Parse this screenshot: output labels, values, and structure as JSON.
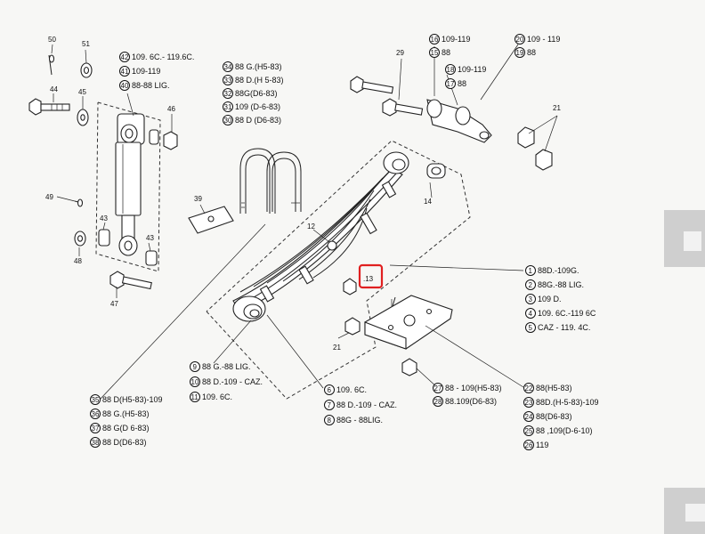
{
  "accent": "#e02020",
  "callouts": {
    "c50": "50",
    "c51": "51",
    "c44": "44",
    "c45": "45",
    "c46": "46",
    "c49": "49",
    "c48": "48",
    "c43a": "43",
    "c43b": "43",
    "c47": "47",
    "c39": "39",
    "c29": "29",
    "c21a": "21",
    "c14": "14",
    "c12": "12",
    "c13": ".13",
    "c21b": "21"
  },
  "top_center_list": [
    {
      "num": "42",
      "text": "109. 6C.- 119.6C."
    },
    {
      "num": "41",
      "text": "109-119"
    },
    {
      "num": "40",
      "text": "88-88 LIG."
    }
  ],
  "upper_list": [
    {
      "num": "34",
      "text": "88 G.(H5-83)"
    },
    {
      "num": "33",
      "text": "88 D.(H 5-83)"
    },
    {
      "num": "32",
      "text": "88G(D6-83)"
    },
    {
      "num": "31",
      "text": "109  (D-6-83)"
    },
    {
      "num": "30",
      "text": "88 D (D6-83)"
    }
  ],
  "top_right_list_a": [
    {
      "num": "16",
      "text": "109-119"
    },
    {
      "num": "15",
      "text": "88"
    },
    {
      "num": "18",
      "text": "109-119"
    },
    {
      "num": "17",
      "text": "88"
    }
  ],
  "top_right_list_b": [
    {
      "num": "20",
      "text": "109 - 119"
    },
    {
      "num": "19",
      "text": "88"
    }
  ],
  "right_list": [
    {
      "num": "1",
      "text": "88D.-109G."
    },
    {
      "num": "2",
      "text": "88G.-88 LIG."
    },
    {
      "num": "3",
      "text": "109 D."
    },
    {
      "num": "4",
      "text": "109. 6C.-119 6C"
    },
    {
      "num": "5",
      "text": "CAZ - 119. 4C."
    }
  ],
  "mid_left_list": [
    {
      "num": "9",
      "text": "88 G.-88  LIG."
    },
    {
      "num": "10",
      "text": "88 D.-109 - CAZ."
    },
    {
      "num": "11",
      "text": "109. 6C."
    }
  ],
  "mid_center_list": [
    {
      "num": "6",
      "text": "109. 6C."
    },
    {
      "num": "7",
      "text": "88 D.-109 - CAZ."
    },
    {
      "num": "8",
      "text": "88G - 88LIG."
    }
  ],
  "bottom_center_list": [
    {
      "num": "27",
      "text": "88 - 109(H5-83)"
    },
    {
      "num": "28",
      "text": "88.109(D6-83)"
    }
  ],
  "bottom_right_list": [
    {
      "num": "22",
      "text": "88(H5-83)"
    },
    {
      "num": "23",
      "text": "88D.(H-5-83)-109"
    },
    {
      "num": "24",
      "text": "88(D6-83)"
    },
    {
      "num": "25",
      "text": "88 ,109(D-6-10)"
    },
    {
      "num": "26",
      "text": "119"
    }
  ],
  "bottom_left_list": [
    {
      "num": "35",
      "text": "88 D(H5-83)-109"
    },
    {
      "num": "36",
      "text": "88 G.(H5-83)"
    },
    {
      "num": "37",
      "text": "88 G(D 6-83)"
    },
    {
      "num": "38",
      "text": "88 D(D6-83)"
    }
  ]
}
